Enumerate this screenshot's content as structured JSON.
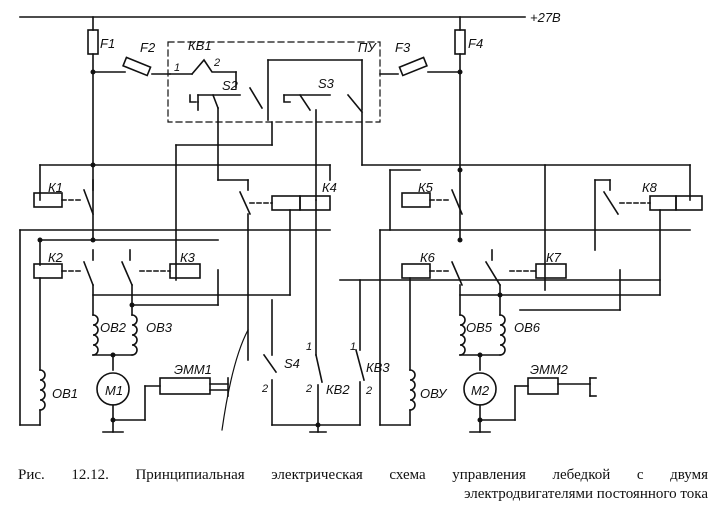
{
  "supply": "+27В",
  "labels": {
    "F1": "F1",
    "F2": "F2",
    "F3": "F3",
    "F4": "F4",
    "KB1": "КВ1",
    "PU": "ПУ",
    "S2": "S2",
    "S3": "S3",
    "K1": "К1",
    "K2": "К2",
    "K3": "К3",
    "K4": "К4",
    "K5": "К5",
    "K6": "К6",
    "K7": "К7",
    "K8": "К8",
    "OB1": "ОВ1",
    "OB2": "ОВ2",
    "OB3": "ОВ3",
    "OB5": "ОВ5",
    "OB6": "ОВ6",
    "OBU": "ОВУ",
    "M1": "М1",
    "M2": "М2",
    "EMM1": "ЭММ1",
    "EMM2": "ЭММ2",
    "S4": "S4",
    "KB2": "КВ2",
    "KB3": "КВ3",
    "n1": "1",
    "n2": "2"
  },
  "caption": {
    "line1": "Рис. 12.12. Принципиальная электрическая схема управления лебедкой с двумя",
    "line2": "электродвигателями постоянного тока"
  }
}
